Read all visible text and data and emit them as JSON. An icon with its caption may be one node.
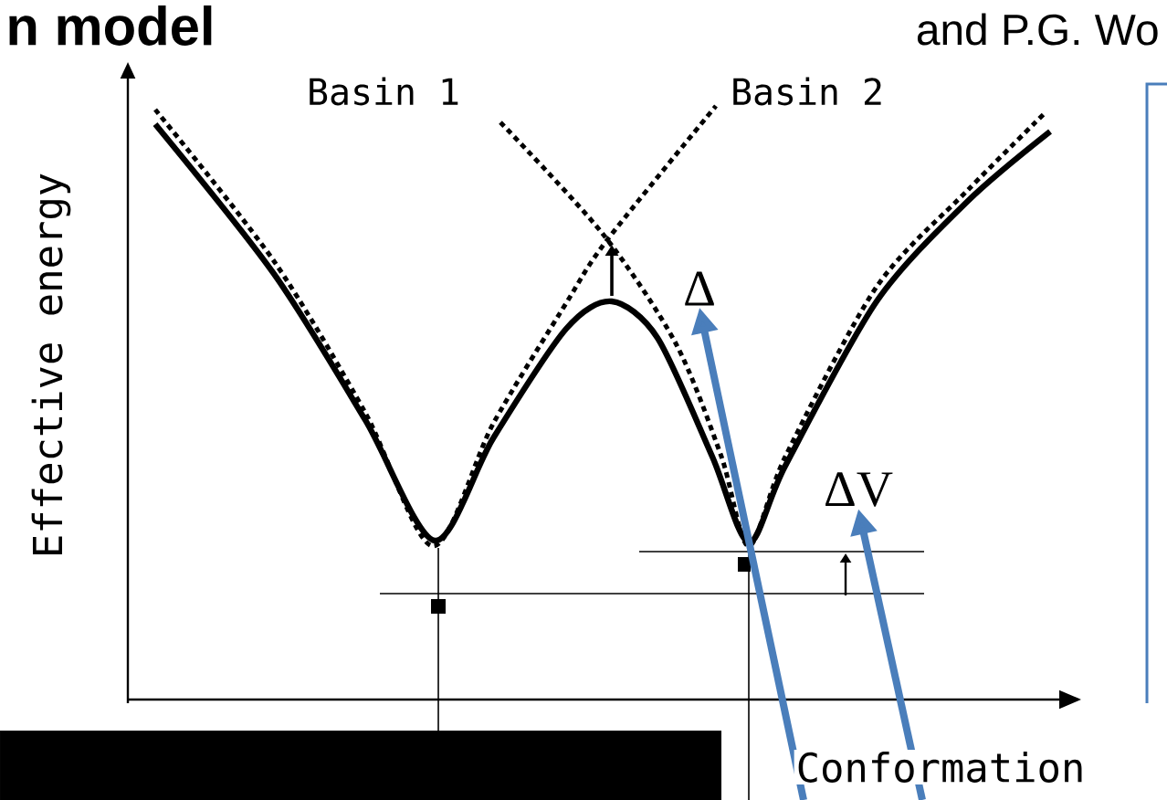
{
  "diagram": {
    "nodes": [
      {
        "text": [
          "Δ"
        ]
      },
      {
        "text": [
          "ΔV"
        ]
      }
    ],
    "edges": [
      {
        "from": null,
        "to": 0,
        "arrow": "to"
      },
      {
        "from": null,
        "to": 1,
        "arrow": "to"
      }
    ],
    "labels": [
      "n model",
      "and P.G. Wo",
      "Basin 1",
      "Basin 2",
      "Effective energy",
      "Conformation"
    ]
  }
}
